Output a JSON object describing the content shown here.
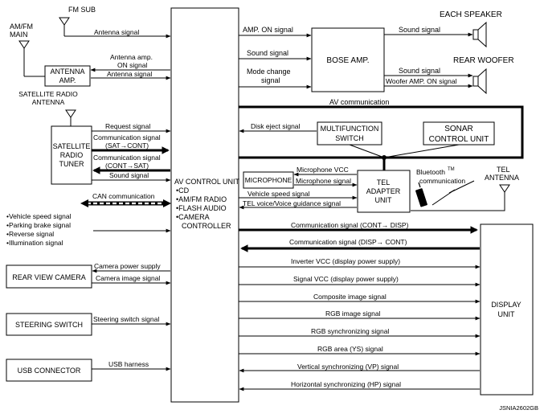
{
  "blocks": {
    "fm_sub": "FM SUB",
    "am_fm_main": [
      "AM/FM",
      "MAIN"
    ],
    "antenna_amp": [
      "ANTENNA",
      "AMP."
    ],
    "satellite_radio_antenna": [
      "SATELLITE RADIO",
      "ANTENNA"
    ],
    "satellite_radio_tuner": [
      "SATELLITE",
      "RADIO",
      "TUNER"
    ],
    "av_control_unit": [
      "AV CONTROL UNIT",
      "•CD",
      "•AM/FM RADIO",
      "•FLASH AUDIO",
      "•CAMERA",
      "  CONTROLLER"
    ],
    "bose_amp": "BOSE AMP.",
    "each_speaker": "EACH SPEAKER",
    "rear_woofer": "REAR WOOFER",
    "multifunction_switch": [
      "MULTIFUNCTION",
      "SWITCH"
    ],
    "sonar_control_unit": [
      "SONAR",
      "CONTROL UNIT"
    ],
    "microphone": "MICROPHONE",
    "tel_adapter_unit": [
      "TEL",
      "ADAPTER",
      "UNIT"
    ],
    "tel_antenna": [
      "TEL",
      "ANTENNA"
    ],
    "bluetooth": [
      "Bluetooth",
      "TM",
      "communication"
    ],
    "rear_view_camera": "REAR VIEW CAMERA",
    "steering_switch": "STEERING SWITCH",
    "usb_connector": "USB CONNECTOR",
    "display_unit": [
      "DISPLAY",
      "UNIT"
    ]
  },
  "signals": {
    "antenna_signal_fm": "Antenna signal",
    "antenna_amp_on": [
      "Antenna amp.",
      "ON signal"
    ],
    "antenna_signal_am": "Antenna signal",
    "request_signal": "Request signal",
    "comm_sat_cont": [
      "Communication signal",
      "(SAT→CONT)"
    ],
    "comm_cont_sat": [
      "Communication signal",
      "(CONT→SAT)"
    ],
    "sound_signal_sat": "Sound signal",
    "can_communication": "CAN communication",
    "left_inputs": [
      "•Vehicle speed signal",
      "•Parking brake signal",
      "•Reverse signal",
      "•Illumination signal"
    ],
    "camera_power": "Camera power supply",
    "camera_image": "Camera image signal",
    "steering_switch_signal": "Steering switch signal",
    "usb_harness": "USB harness",
    "amp_on": "AMP. ON signal",
    "sound_signal_amp": "Sound signal",
    "mode_change": [
      "Mode change",
      "signal"
    ],
    "sound_signal_speaker": "Sound signal",
    "sound_signal_woofer": "Sound signal",
    "woofer_amp_on": "Woofer AMP. ON signal",
    "av_communication": "AV communication",
    "disk_eject": "Disk eject signal",
    "microphone_vcc": "Microphone VCC",
    "microphone_signal": "Microphone signal",
    "vehicle_speed": "Vehicle speed signal",
    "tel_voice": "TEL voice/Voice guidance signal",
    "comm_cont_disp": "Communication signal (CONT→ DISP)",
    "comm_disp_cont": "Communication signal (DISP→ CONT)",
    "inverter_vcc": "Inverter VCC (display power supply)",
    "signal_vcc": "Signal VCC (display power supply)",
    "composite": "Composite image signal",
    "rgb_image": "RGB image signal",
    "rgb_sync": "RGB synchronizing signal",
    "rgb_area": "RGB area (YS) signal",
    "vsync": "Vertical synchronizing (VP) signal",
    "hsync": "Horizontal synchronizing (HP) signal"
  },
  "figure_id": "JSNIA2602GB"
}
